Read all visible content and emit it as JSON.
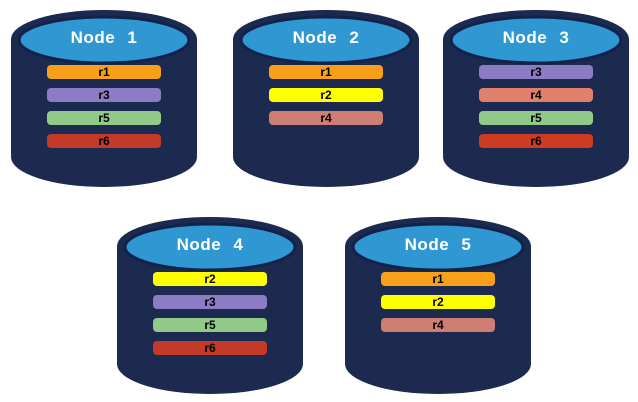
{
  "theme": {
    "background": "#ffffff",
    "cylinder_body": "#1B2A4E",
    "cylinder_top": "#2F98D2",
    "cylinder_outline": "#13224A",
    "title_color": "#ffffff",
    "bar_label_color": "#000000"
  },
  "nodes": [
    {
      "name": "Node 1",
      "replicas": [
        {
          "label": "r1",
          "color": "#F9A01B"
        },
        {
          "label": "r3",
          "color": "#8B7CC5"
        },
        {
          "label": "r5",
          "color": "#92C989"
        },
        {
          "label": "r6",
          "color": "#C43A28"
        }
      ]
    },
    {
      "name": "Node 2",
      "replicas": [
        {
          "label": "r1",
          "color": "#F9A01B"
        },
        {
          "label": "r2",
          "color": "#FFFF00"
        },
        {
          "label": "r4",
          "color": "#CE7E72"
        }
      ]
    },
    {
      "name": "Node 3",
      "replicas": [
        {
          "label": "r3",
          "color": "#8B7CC5"
        },
        {
          "label": "r4",
          "color": "#E0806B"
        },
        {
          "label": "r5",
          "color": "#92C989"
        },
        {
          "label": "r6",
          "color": "#CD3B22"
        }
      ]
    },
    {
      "name": "Node 4",
      "replicas": [
        {
          "label": "r2",
          "color": "#FFFF00"
        },
        {
          "label": "r3",
          "color": "#8B7CC5"
        },
        {
          "label": "r5",
          "color": "#92C989"
        },
        {
          "label": "r6",
          "color": "#C43A28"
        }
      ]
    },
    {
      "name": "Node 5",
      "replicas": [
        {
          "label": "r1",
          "color": "#F9A01B"
        },
        {
          "label": "r2",
          "color": "#FFFF00"
        },
        {
          "label": "r4",
          "color": "#CE7E72"
        }
      ]
    }
  ]
}
